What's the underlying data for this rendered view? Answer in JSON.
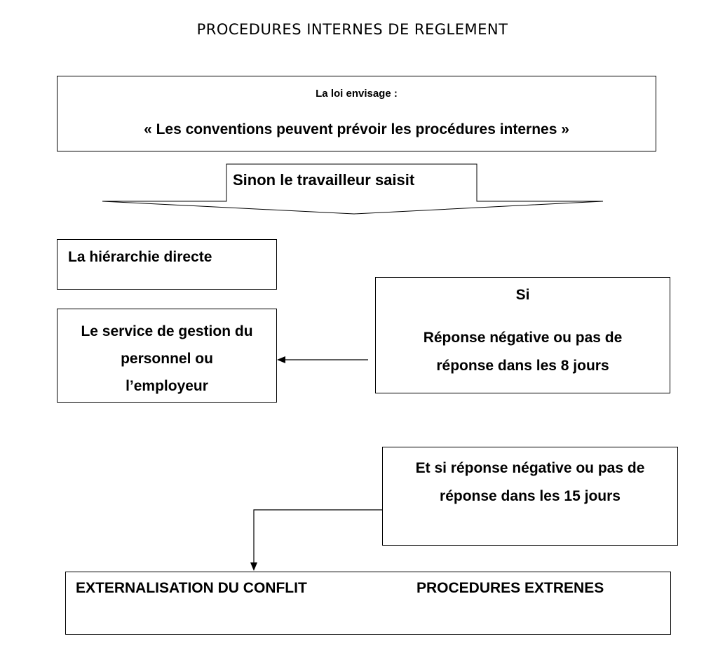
{
  "title": "PROCEDURES INTERNES DE REGLEMENT",
  "law": {
    "intro": "La loi envisage :",
    "quote": "«  Les conventions peuvent prévoir les procédures internes »"
  },
  "arrow_label": "Sinon le travailleur saisit",
  "hierarchy": "La hiérarchie directe",
  "service": {
    "line1": "Le service de gestion du",
    "line2": "personnel ou",
    "line3": "l’employeur"
  },
  "condition1": {
    "si": "Si",
    "line1": "Réponse négative ou pas de",
    "line2": "réponse dans les 8 jours"
  },
  "condition2": {
    "line1": "Et si réponse négative ou pas de",
    "line2": "réponse dans les 15 jours"
  },
  "outcome": {
    "left": "EXTERNALISATION DU CONFLIT",
    "right": "PROCEDURES EXTRENES"
  }
}
